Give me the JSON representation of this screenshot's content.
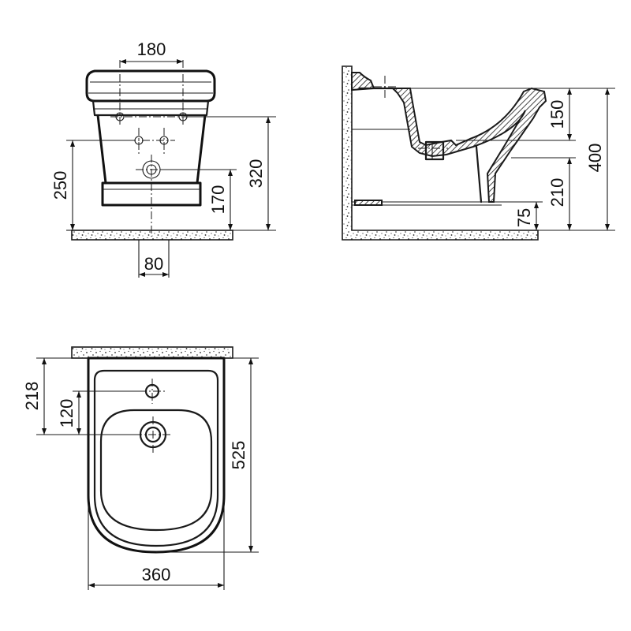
{
  "front_view": {
    "dim_hole_spacing": "180",
    "dim_fixing_height": "320",
    "dim_inlet_height": "250",
    "dim_outlet_height": "170",
    "dim_outlet_offset": "80"
  },
  "side_view": {
    "dim_rim_depth": "150",
    "dim_total_height": "400",
    "dim_fixing_height": "210",
    "dim_floor_gap": "75"
  },
  "top_view": {
    "dim_tap_hole_distance": "218",
    "dim_outlet_distance": "120",
    "dim_projection": "525",
    "dim_width": "360"
  }
}
